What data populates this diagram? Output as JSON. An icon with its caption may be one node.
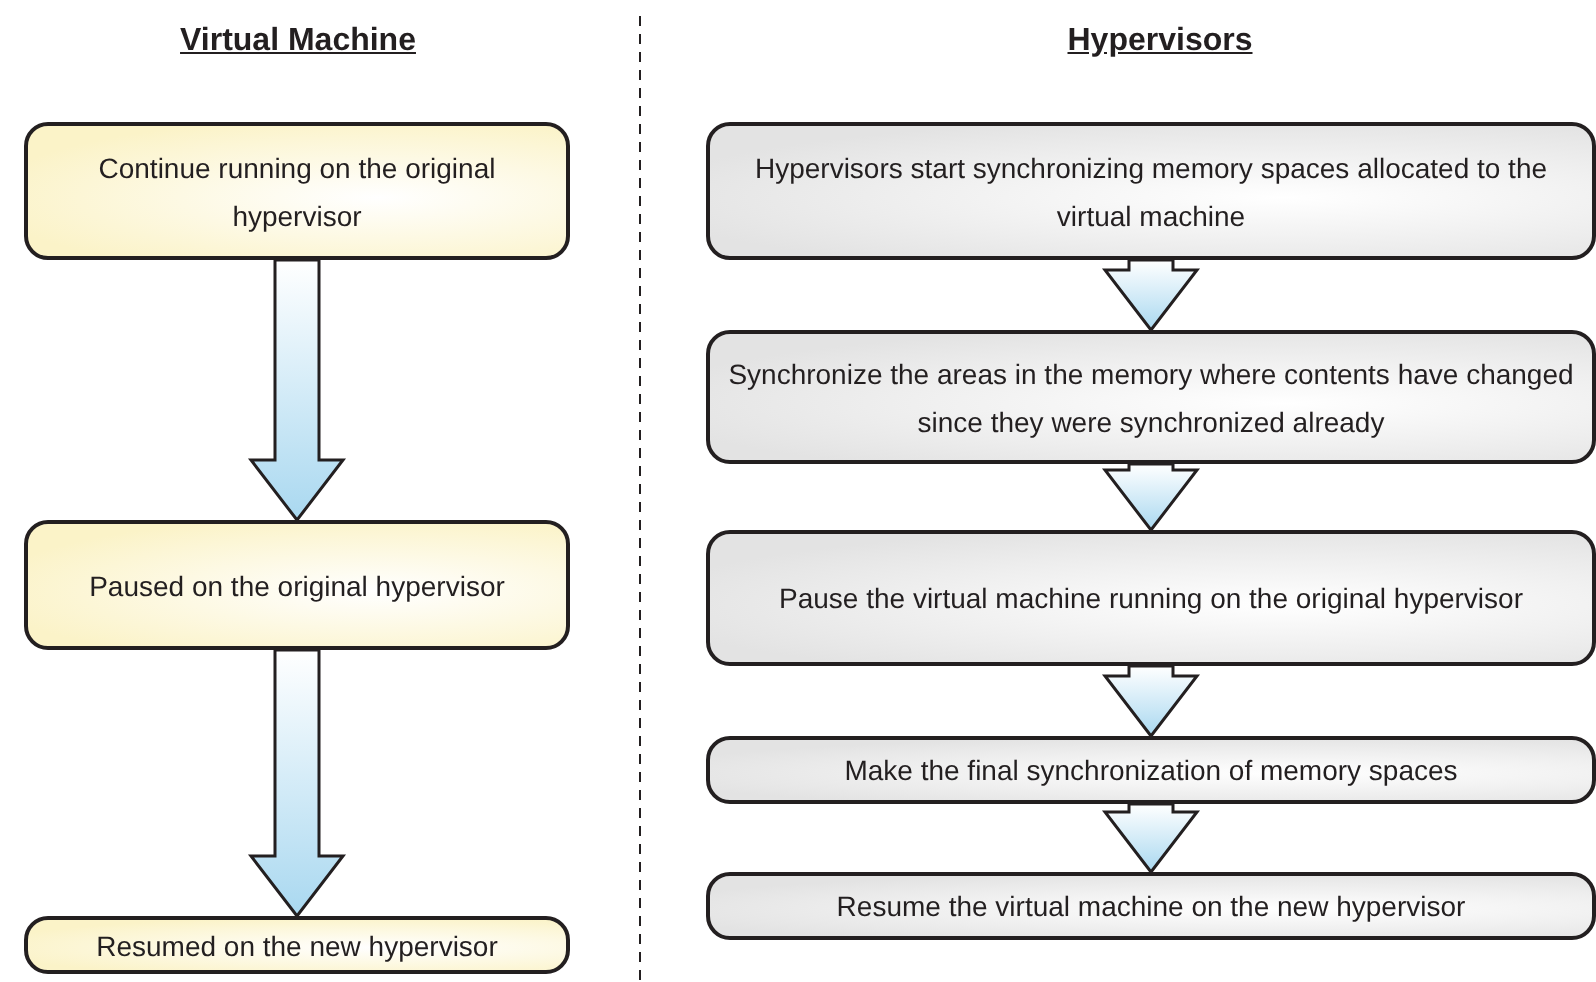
{
  "diagram": {
    "nodes": [
      {
        "text": [
          "Continue running on the original hypervisor"
        ]
      },
      {
        "text": [
          "Paused on the original hypervisor"
        ]
      },
      {
        "text": [
          "Resumed on the new hypervisor"
        ]
      },
      {
        "text": [
          "Hypervisors start synchronizing memory spaces allocated to the virtual machine"
        ]
      },
      {
        "text": [
          "Synchronize the areas in the memory where contents have changed since they were synchronized already"
        ]
      },
      {
        "text": [
          "Pause the virtual machine running on the original hypervisor"
        ]
      },
      {
        "text": [
          "Make the final synchronization of memory spaces"
        ]
      },
      {
        "text": [
          "Resume the virtual machine on the new hypervisor"
        ]
      }
    ],
    "edges": [
      {
        "from": 0,
        "to": 1,
        "arrow": "to"
      },
      {
        "from": 1,
        "to": 2,
        "arrow": "to"
      },
      {
        "from": 3,
        "to": 4,
        "arrow": "to"
      },
      {
        "from": 4,
        "to": 5,
        "arrow": "to"
      },
      {
        "from": 5,
        "to": 6,
        "arrow": "to"
      },
      {
        "from": 6,
        "to": 7,
        "arrow": "to"
      }
    ],
    "labels": [
      "Virtual Machine",
      "Hypervisors"
    ]
  }
}
